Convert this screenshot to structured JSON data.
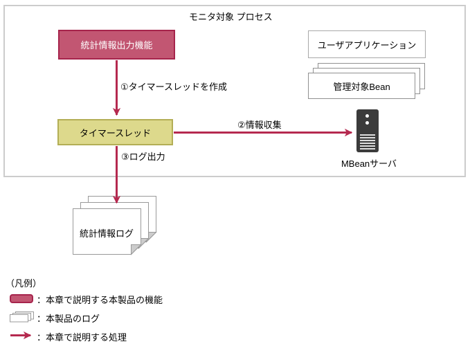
{
  "diagram": {
    "process_box_title": "モニタ対象 プロセス",
    "stats_output_label": "統計情報出力機能",
    "timer_thread_label": "タイマースレッド",
    "user_app_label": "ユーザアプリケーション",
    "managed_bean_label": "管理対象Bean",
    "mbean_server_label": "MBeanサーバ",
    "stats_log_label": "統計情報ログ",
    "step1_label": "①タイマースレッドを作成",
    "step2_label": "②情報収集",
    "step3_label": "③ログ出力"
  },
  "legend": {
    "title": "（凡例）",
    "items": [
      {
        "icon": "product-function-swatch",
        "label": "：本章で説明する本製品の機能"
      },
      {
        "icon": "log-stack-icon",
        "label": "：本製品のログ"
      },
      {
        "icon": "process-arrow-icon",
        "label": "：本章で説明する処理"
      }
    ]
  },
  "colors": {
    "function_fill": "#c25672",
    "function_border": "#a6244c",
    "arrow": "#b5294f",
    "timer_fill": "#ddd98c",
    "timer_border": "#b3ae55",
    "container_border": "#cccccc",
    "server_body": "#3b3b3b",
    "page_border": "#999999"
  }
}
